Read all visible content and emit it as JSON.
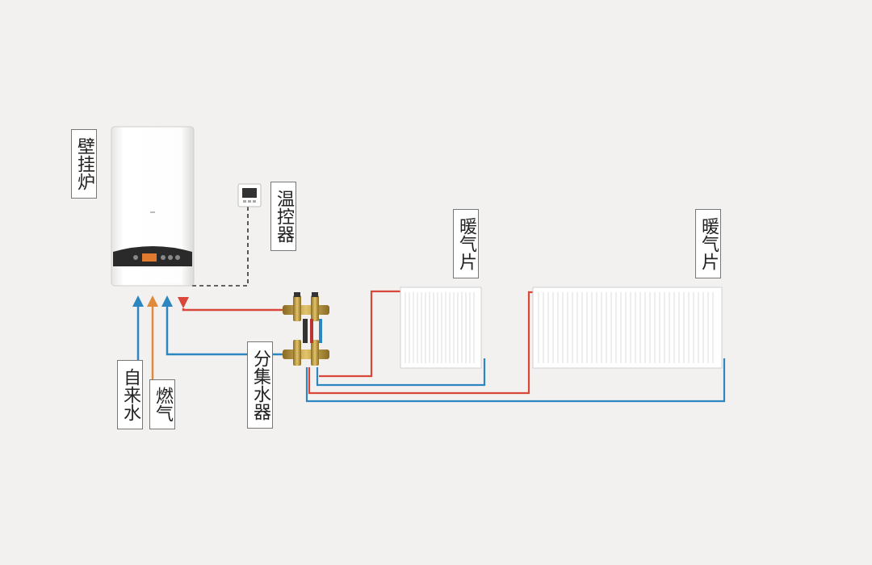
{
  "labels": {
    "boiler": "壁挂炉",
    "thermostat": "温控器",
    "radiator_1": "暖气片",
    "radiator_2": "暖气片",
    "tap_water": "自来水",
    "gas": "燃气",
    "manifold": "分集水器"
  },
  "colors": {
    "supply_pipe": "#d9463a",
    "return_pipe": "#2e86c1",
    "gas_pipe": "#e08a3c",
    "control_wire": "#333333",
    "background": "#f2f1ef"
  },
  "icons": [
    "wall-boiler-icon",
    "thermostat-icon",
    "manifold-icon",
    "radiator-icon"
  ]
}
